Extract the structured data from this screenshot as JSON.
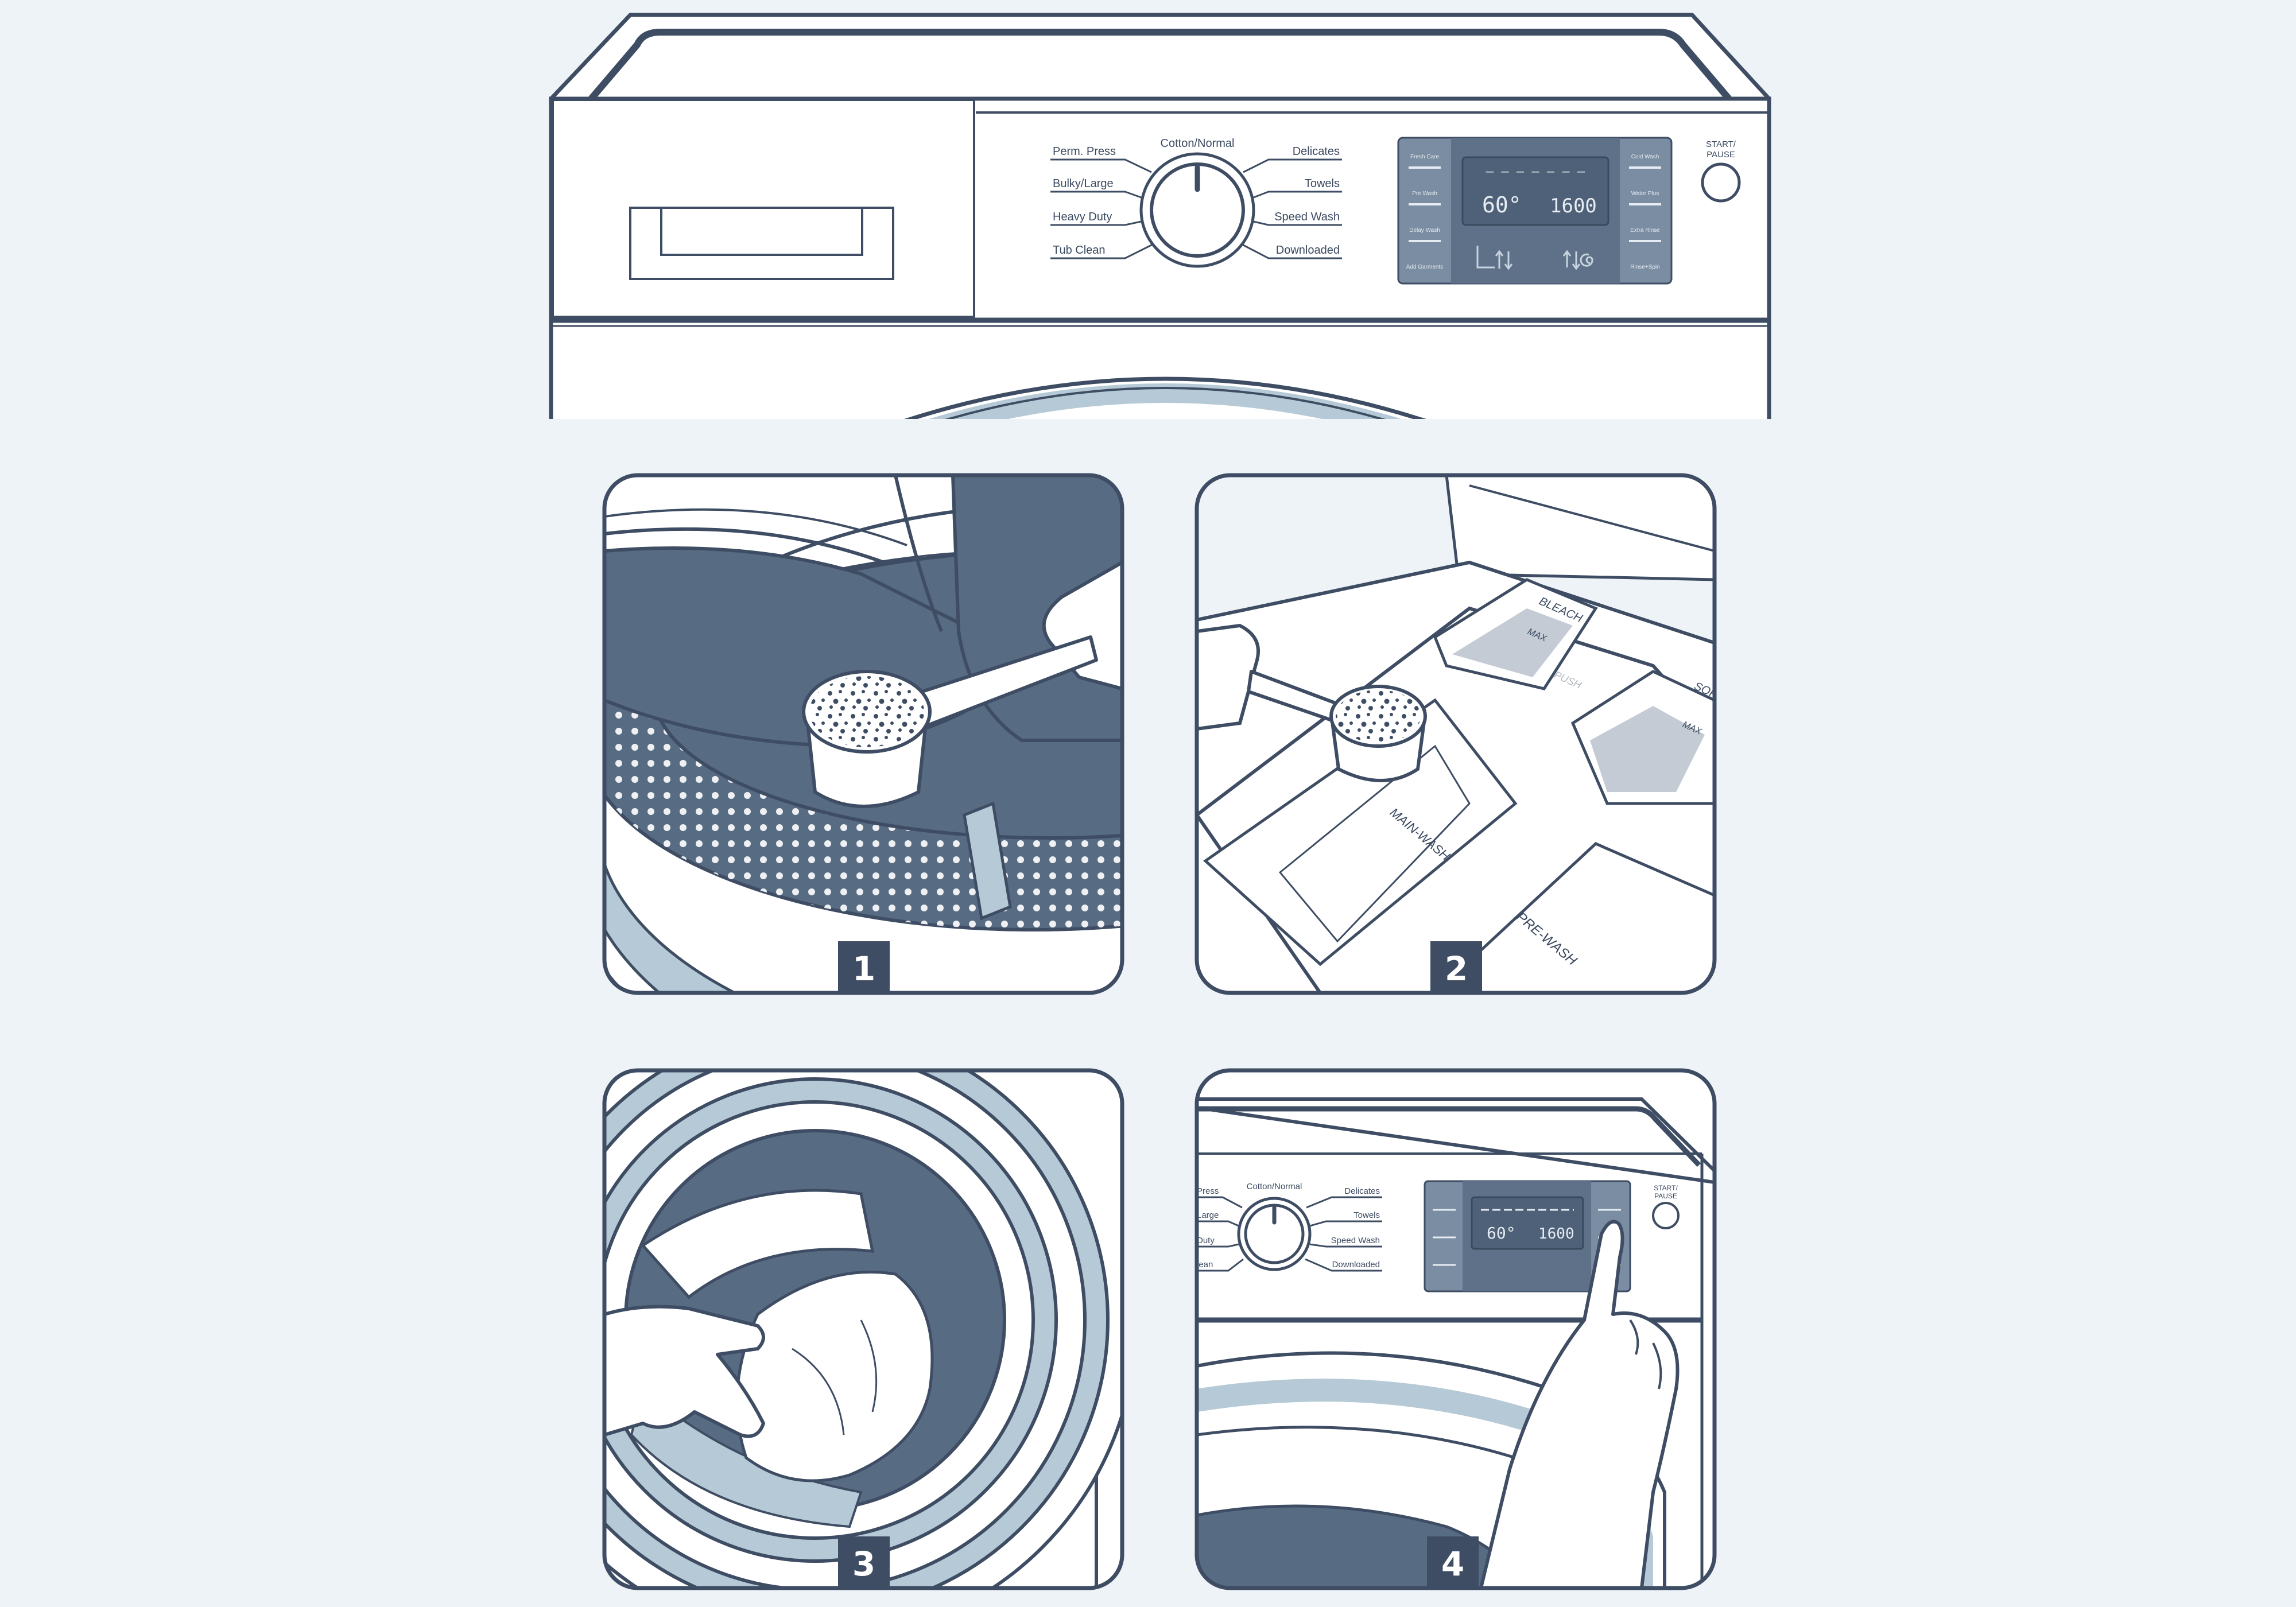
{
  "colors": {
    "background": "#eef3f7",
    "outline": "#3e4d63",
    "dark": "#576b83",
    "light": "#b5cad6",
    "white": "#ffffff"
  },
  "machine": {
    "programs_left": [
      "Perm. Press",
      "Bulky/Large",
      "Heavy Duty",
      "Tub Clean"
    ],
    "program_top": "Cotton/Normal",
    "programs_right": [
      "Delicates",
      "Towels",
      "Speed Wash",
      "Downloaded"
    ],
    "display": {
      "dashes": "— — — — — — —",
      "temperature": "60°",
      "spin": "1600",
      "left_buttons": [
        "Fresh Care",
        "Pre Wash",
        "Delay Wash",
        "Add Garments"
      ],
      "right_buttons": [
        "Cold Wash",
        "Water Plus",
        "Extra Rinse",
        "Rinse+Spin"
      ],
      "icon_left": "temperature-arrows-icon",
      "icon_right": "spin-arrows-icon"
    },
    "start_pause": [
      "START/",
      "PAUSE"
    ]
  },
  "steps": [
    {
      "number": "1",
      "scene": "scoop-detergent-into-drum"
    },
    {
      "number": "2",
      "scene": "scoop-detergent-into-dispenser",
      "labels": {
        "bleach": "BLEACH",
        "max_a": "MAX",
        "push": "PUSH",
        "softener": "SOF",
        "max_b": "MAX",
        "main_wash": "MAIN-WASH",
        "pre_wash": "PRE-WASH"
      }
    },
    {
      "number": "3",
      "scene": "load-laundry-into-drum"
    },
    {
      "number": "4",
      "scene": "press-button-on-control-panel",
      "programs_left": [
        "Press",
        "Large",
        "Duty",
        "lean"
      ],
      "program_top": "Cotton/Normal",
      "programs_right": [
        "Delicates",
        "Towels",
        "Speed Wash",
        "Downloaded"
      ],
      "temperature": "60°",
      "spin": "1600",
      "start_pause": [
        "START/",
        "PAUSE"
      ]
    }
  ]
}
